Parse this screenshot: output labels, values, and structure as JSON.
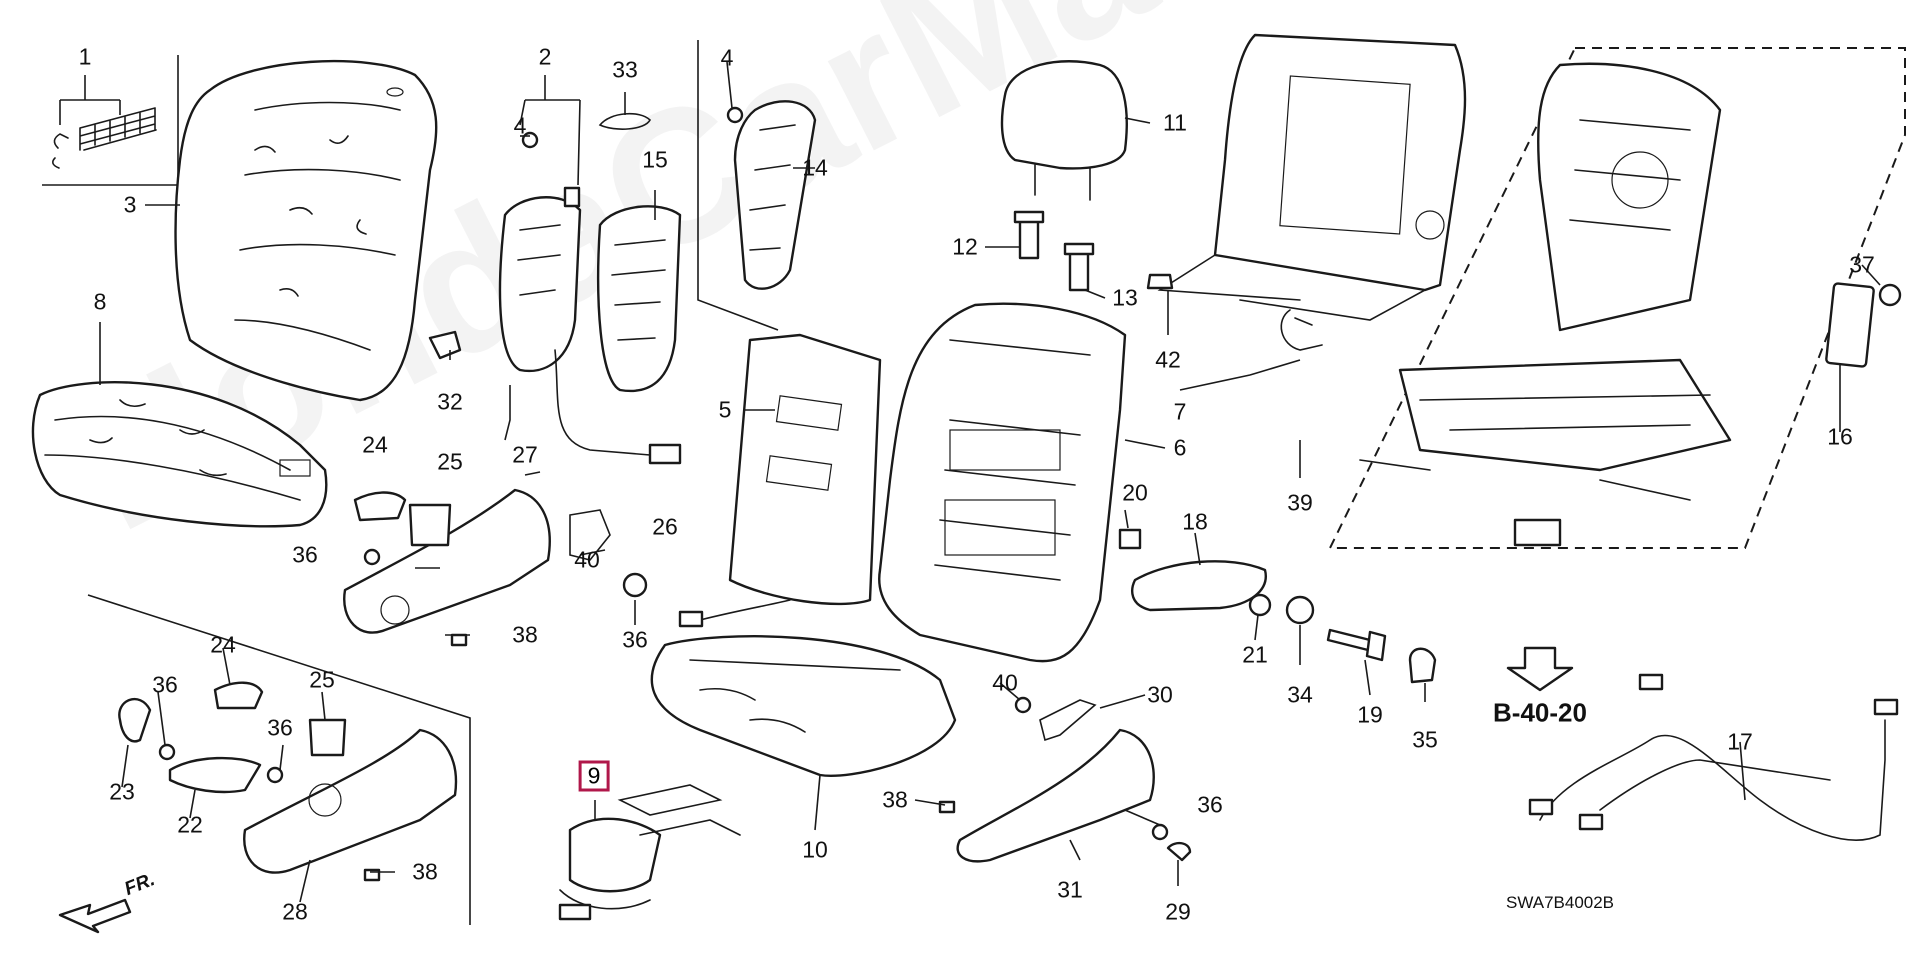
{
  "watermark": "HondaCarManual",
  "diagram_code": "SWA7B4002B",
  "reference": "B-40-20",
  "direction_label": "FR.",
  "highlighted_part": "9",
  "colors": {
    "ink": "#1a1a1a",
    "highlight": "#b0174a",
    "background": "#ffffff"
  },
  "callouts": {
    "c1": "1",
    "c2": "2",
    "c3": "3",
    "c4a": "4",
    "c4b": "4",
    "c5": "5",
    "c6": "6",
    "c7": "7",
    "c8": "8",
    "c9": "9",
    "c10": "10",
    "c11": "11",
    "c12": "12",
    "c13": "13",
    "c14": "14",
    "c15": "15",
    "c16": "16",
    "c17": "17",
    "c18": "18",
    "c19": "19",
    "c20": "20",
    "c21": "21",
    "c22": "22",
    "c23": "23",
    "c24a": "24",
    "c24b": "24",
    "c25a": "25",
    "c25b": "25",
    "c26": "26",
    "c27": "27",
    "c28": "28",
    "c29": "29",
    "c30": "30",
    "c31": "31",
    "c32": "32",
    "c33": "33",
    "c34": "34",
    "c35": "35",
    "c36a": "36",
    "c36b": "36",
    "c36c": "36",
    "c36d": "36",
    "c36e": "36",
    "c37": "37",
    "c38a": "38",
    "c38b": "38",
    "c38c": "38",
    "c39": "39",
    "c40a": "40",
    "c40b": "40",
    "c42": "42"
  }
}
